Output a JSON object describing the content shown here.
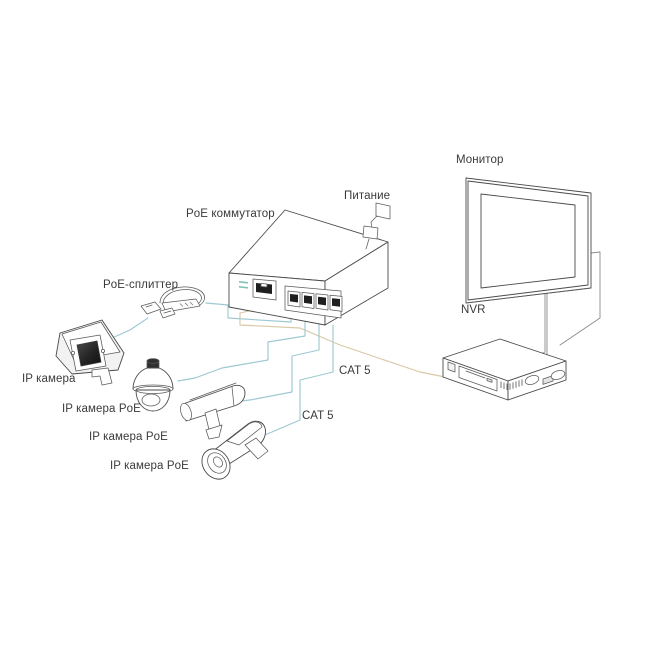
{
  "diagram": {
    "title": "PoE surveillance network connection diagram",
    "background_color": "#ffffff",
    "line_color": "#4a4a4a",
    "text_color": "#3a3a3a",
    "cable_colors": {
      "camera_cat5": "#9ec9d2",
      "nvr_cat5": "#d9c9a6",
      "monitor_video": "#8a8a8a"
    }
  },
  "labels": {
    "switch": "PoE коммутатор",
    "power": "Питание",
    "splitter": "PoE-сплиттер",
    "monitor": "Монитор",
    "nvr": "NVR",
    "camera_plain": "IP камера",
    "camera_poe_1": "IP камера PoE",
    "camera_poe_2": "IP камера PoE",
    "camera_poe_3": "IP камера PoE",
    "cat5_upper": "CAT 5",
    "cat5_lower": "CAT 5"
  },
  "devices": [
    {
      "id": "poe-switch",
      "name": "PoE коммутатор",
      "type": "network-switch",
      "uplink_ports": 1,
      "poe_ports": 4,
      "status_leds": 2
    },
    {
      "id": "power-adapter",
      "name": "Питание",
      "type": "power-supply"
    },
    {
      "id": "poe-splitter",
      "name": "PoE-сплиттер",
      "type": "poe-splitter"
    },
    {
      "id": "ip-camera-box",
      "name": "IP камера",
      "type": "box-camera",
      "powered_by": "poe-splitter"
    },
    {
      "id": "ip-camera-dome",
      "name": "IP камера PoE",
      "type": "dome-camera",
      "powered_by": "poe"
    },
    {
      "id": "ip-camera-bullet-1",
      "name": "IP камера PoE",
      "type": "bullet-camera",
      "powered_by": "poe"
    },
    {
      "id": "ip-camera-bullet-2",
      "name": "IP камера PoE",
      "type": "bullet-camera",
      "powered_by": "poe"
    },
    {
      "id": "nvr",
      "name": "NVR",
      "type": "network-video-recorder"
    },
    {
      "id": "monitor",
      "name": "Монитор",
      "type": "display"
    }
  ],
  "connections": [
    {
      "from": "poe-switch",
      "to": "poe-splitter",
      "label": "CAT 5",
      "color": "#9ec9d2"
    },
    {
      "from": "poe-splitter",
      "to": "ip-camera-box",
      "label": "",
      "color": "#9ec9d2"
    },
    {
      "from": "poe-switch",
      "to": "ip-camera-dome",
      "label": "CAT 5",
      "color": "#9ec9d2"
    },
    {
      "from": "poe-switch",
      "to": "ip-camera-bullet-1",
      "label": "CAT 5",
      "color": "#9ec9d2"
    },
    {
      "from": "poe-switch",
      "to": "ip-camera-bullet-2",
      "label": "CAT 5",
      "color": "#9ec9d2"
    },
    {
      "from": "poe-switch",
      "to": "nvr",
      "label": "CAT 5",
      "color": "#d9c9a6"
    },
    {
      "from": "nvr",
      "to": "monitor",
      "label": "",
      "color": "#8a8a8a"
    },
    {
      "from": "power-adapter",
      "to": "poe-switch",
      "label": "Питание",
      "color": "#4a4a4a"
    }
  ]
}
